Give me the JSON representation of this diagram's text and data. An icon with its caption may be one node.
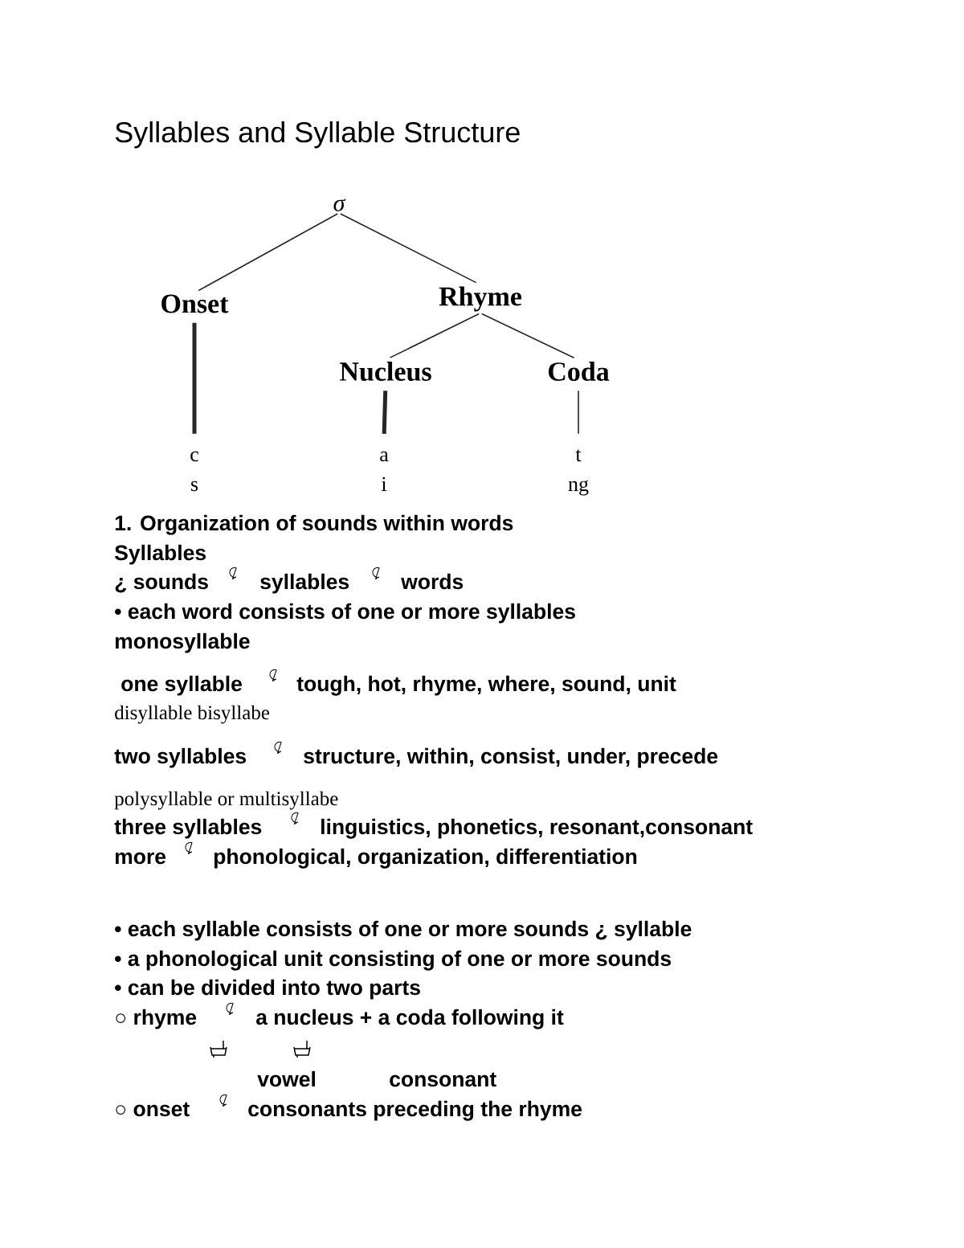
{
  "diagram": {
    "title": "Syllables and Syllable Structure",
    "nodes": [
      {
        "text": [
          "σ"
        ]
      },
      {
        "text": [
          "Onset"
        ]
      },
      {
        "text": [
          "Rhyme"
        ]
      },
      {
        "text": [
          "Nucleus"
        ]
      },
      {
        "text": [
          "Coda"
        ]
      },
      {
        "text": [
          "c",
          "s"
        ]
      },
      {
        "text": [
          "a",
          "i"
        ]
      },
      {
        "text": [
          "t",
          "ng"
        ]
      }
    ],
    "edges": [
      {
        "from": 0,
        "to": 1,
        "arrow": "none"
      },
      {
        "from": 0,
        "to": 2,
        "arrow": "none"
      },
      {
        "from": 2,
        "to": 3,
        "arrow": "none"
      },
      {
        "from": 2,
        "to": 4,
        "arrow": "none"
      },
      {
        "from": 1,
        "to": 5,
        "arrow": "none",
        "style": "thick"
      },
      {
        "from": 3,
        "to": 6,
        "arrow": "none",
        "style": "thick"
      },
      {
        "from": 4,
        "to": 7,
        "arrow": "none"
      }
    ],
    "labels": [
      "1. Organization of sounds within words",
      "Syllables",
      "¿ sounds",
      "syllables",
      "words",
      "• each word consists of one or more syllables",
      "monosyllable",
      "one syllable",
      "tough, hot, rhyme, where, sound, unit",
      "disyllable bisyllabe",
      "two syllables",
      "structure, within, consist, under, precede",
      "polysyllable or multisyllabe",
      "three syllables",
      "linguistics, phonetics, resonant,consonant",
      "more",
      "phonological, organization, differentiation",
      "• each syllable consists of one or more sounds ¿ syllable",
      "• a phonological unit consisting of one or more sounds",
      "• can be divided into two parts",
      "○ rhyme",
      "a nucleus + a coda following it",
      "vowel",
      "consonant",
      "○ onset",
      "consonants preceding the rhyme"
    ]
  }
}
